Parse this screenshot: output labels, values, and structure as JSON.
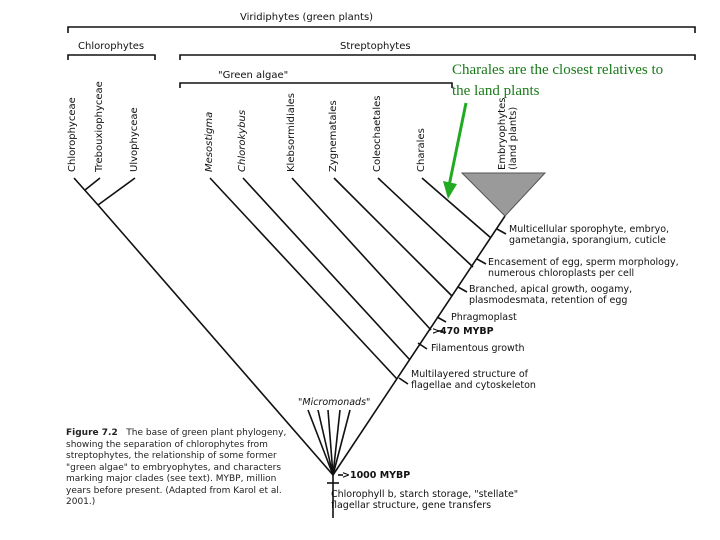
{
  "brackets": {
    "viridiplantae": "Viridiphytes (green plants)",
    "chlorophytes": "Chlorophytes",
    "streptophytes": "Streptophytes",
    "green_algae": "\"Green algae\""
  },
  "annotation": "Charales are the closest relatives to the land plants",
  "annotation_color": "#1a7a1a",
  "arrow_color": "#22aa22",
  "taxa": [
    "Chlorophyceae",
    "Trebouxiophyceae",
    "Ulvophyceae",
    "Mesostigma",
    "Chlorokybus",
    "Klebsormidiales",
    "Zygnematales",
    "Coleochaetales",
    "Charales",
    "Embryophytes (land plants)"
  ],
  "micromonads": "\"Micromonads\"",
  "characters": {
    "c1": "Chlorophyll b, starch storage, \"stellate\"",
    "c1b": "flagellar structure, gene transfers",
    "mybp_old": ">1000 MYBP",
    "c2": "Multilayered structure of",
    "c2b": "flagellae and cytoskeleton",
    "c3": "Filamentous growth",
    "mybp_new": ">470 MYBP",
    "c4": "Phragmoplast",
    "c5": "Branched, apical growth, oogamy,",
    "c5b": "plasmodesmata, retention of egg",
    "c6": "Encasement of egg, sperm morphology,",
    "c6b": "numerous chloroplasts per cell",
    "c7": "Multicellular sporophyte, embryo,",
    "c7b": "gametangia, sporangium, cuticle"
  },
  "caption": {
    "label": "Figure 7.2",
    "text": "The base of green plant phylogeny, showing the separation of chlorophytes from streptophytes, the relationship of some former \"green algae\" to embryophytes, and characters marking major clades (see text). MYBP, million years before present. (Adapted from Karol et al. 2001.)"
  }
}
